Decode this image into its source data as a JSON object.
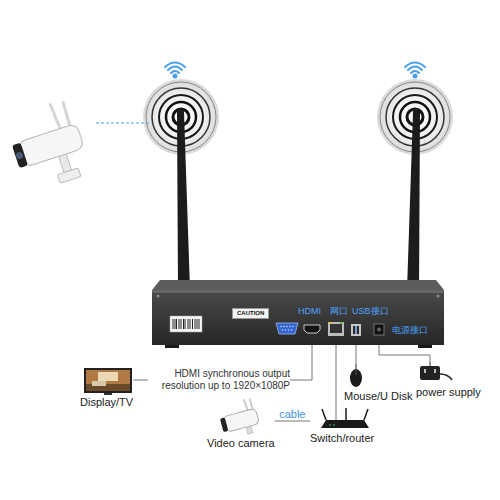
{
  "diagram": {
    "nodes": [
      {
        "text": [
          "CAUTION",
          "HDMI",
          "网口",
          "USB接口",
          "电源接口"
        ]
      },
      {
        "text": [
          "Display/TV"
        ]
      },
      {
        "text": [
          "Mouse/U Disk"
        ]
      },
      {
        "text": [
          "power supply"
        ]
      },
      {
        "text": [
          "Video camera"
        ]
      },
      {
        "text": [
          "Switch/router"
        ]
      }
    ],
    "edges": [
      {
        "from": 0,
        "to": 1,
        "label": "HDMI synchronous output resolution up to 1920×1080P",
        "arrow": "none"
      },
      {
        "from": 0,
        "to": 2,
        "arrow": "none"
      },
      {
        "from": 0,
        "to": 3,
        "arrow": "none"
      },
      {
        "from": 0,
        "to": 5,
        "arrow": "none"
      },
      {
        "from": 4,
        "to": 5,
        "label": "cable",
        "arrow": "none"
      }
    ]
  }
}
